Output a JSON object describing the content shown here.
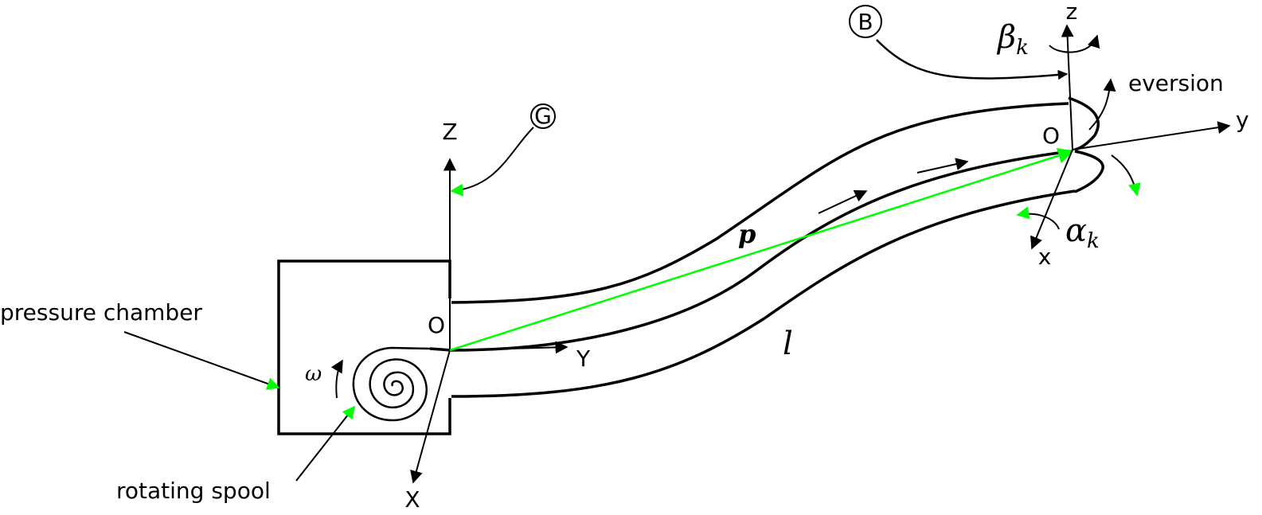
{
  "labels": {
    "pressure_chamber": "pressure chamber",
    "rotating_spool": "rotating spool",
    "eversion": "eversion",
    "omega": "ω",
    "p": "p",
    "l": "l",
    "beta": "β",
    "beta_sub": "k",
    "alpha": "α",
    "alpha_sub": "k"
  },
  "global_frame": {
    "marker": "G",
    "origin": "O",
    "x": "X",
    "y": "Y",
    "z": "Z"
  },
  "body_frame": {
    "marker": "B",
    "origin": "O",
    "x": "x",
    "y": "y",
    "z": "z"
  },
  "colors": {
    "stroke": "#000000",
    "highlight": "#00ff00",
    "background": "#ffffff"
  }
}
